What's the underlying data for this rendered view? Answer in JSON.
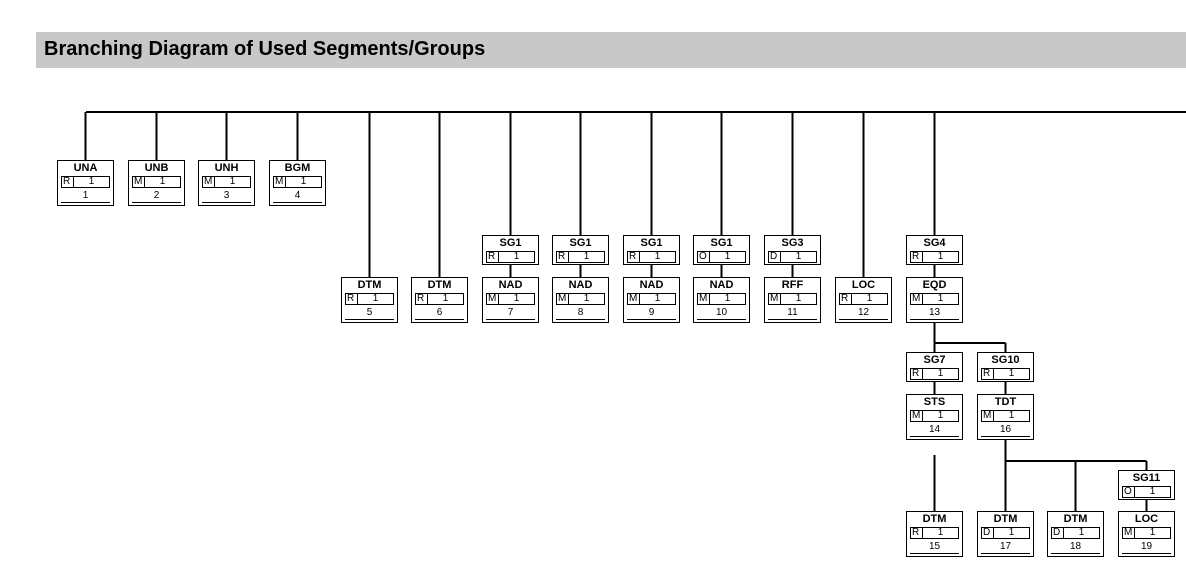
{
  "title": "Branching Diagram of Used Segments/Groups",
  "groups": [
    {
      "id": "g-sg1-7",
      "name": "SG1",
      "status": "R",
      "rep": "1"
    },
    {
      "id": "g-sg1-8",
      "name": "SG1",
      "status": "R",
      "rep": "1"
    },
    {
      "id": "g-sg1-9",
      "name": "SG1",
      "status": "R",
      "rep": "1"
    },
    {
      "id": "g-sg1-10",
      "name": "SG1",
      "status": "O",
      "rep": "1"
    },
    {
      "id": "g-sg3-11",
      "name": "SG3",
      "status": "D",
      "rep": "1"
    },
    {
      "id": "g-sg4-13",
      "name": "SG4",
      "status": "R",
      "rep": "1"
    },
    {
      "id": "g-sg7-14",
      "name": "SG7",
      "status": "R",
      "rep": "1"
    },
    {
      "id": "g-sg10-16",
      "name": "SG10",
      "status": "R",
      "rep": "1"
    },
    {
      "id": "g-sg11-19",
      "name": "SG11",
      "status": "O",
      "rep": "1"
    }
  ],
  "segments": [
    {
      "id": "s-1",
      "name": "UNA",
      "status": "R",
      "rep": "1",
      "num": "1"
    },
    {
      "id": "s-2",
      "name": "UNB",
      "status": "M",
      "rep": "1",
      "num": "2"
    },
    {
      "id": "s-3",
      "name": "UNH",
      "status": "M",
      "rep": "1",
      "num": "3"
    },
    {
      "id": "s-4",
      "name": "BGM",
      "status": "M",
      "rep": "1",
      "num": "4"
    },
    {
      "id": "s-5",
      "name": "DTM",
      "status": "R",
      "rep": "1",
      "num": "5"
    },
    {
      "id": "s-6",
      "name": "DTM",
      "status": "R",
      "rep": "1",
      "num": "6"
    },
    {
      "id": "s-7",
      "name": "NAD",
      "status": "M",
      "rep": "1",
      "num": "7"
    },
    {
      "id": "s-8",
      "name": "NAD",
      "status": "M",
      "rep": "1",
      "num": "8"
    },
    {
      "id": "s-9",
      "name": "NAD",
      "status": "M",
      "rep": "1",
      "num": "9"
    },
    {
      "id": "s-10",
      "name": "NAD",
      "status": "M",
      "rep": "1",
      "num": "10"
    },
    {
      "id": "s-11",
      "name": "RFF",
      "status": "M",
      "rep": "1",
      "num": "11"
    },
    {
      "id": "s-12",
      "name": "LOC",
      "status": "R",
      "rep": "1",
      "num": "12"
    },
    {
      "id": "s-13",
      "name": "EQD",
      "status": "M",
      "rep": "1",
      "num": "13"
    },
    {
      "id": "s-14",
      "name": "STS",
      "status": "M",
      "rep": "1",
      "num": "14"
    },
    {
      "id": "s-16",
      "name": "TDT",
      "status": "M",
      "rep": "1",
      "num": "16"
    },
    {
      "id": "s-15",
      "name": "DTM",
      "status": "R",
      "rep": "1",
      "num": "15"
    },
    {
      "id": "s-17",
      "name": "DTM",
      "status": "D",
      "rep": "1",
      "num": "17"
    },
    {
      "id": "s-18",
      "name": "DTM",
      "status": "D",
      "rep": "1",
      "num": "18"
    },
    {
      "id": "s-19",
      "name": "LOC",
      "status": "M",
      "rep": "1",
      "num": "19"
    }
  ]
}
